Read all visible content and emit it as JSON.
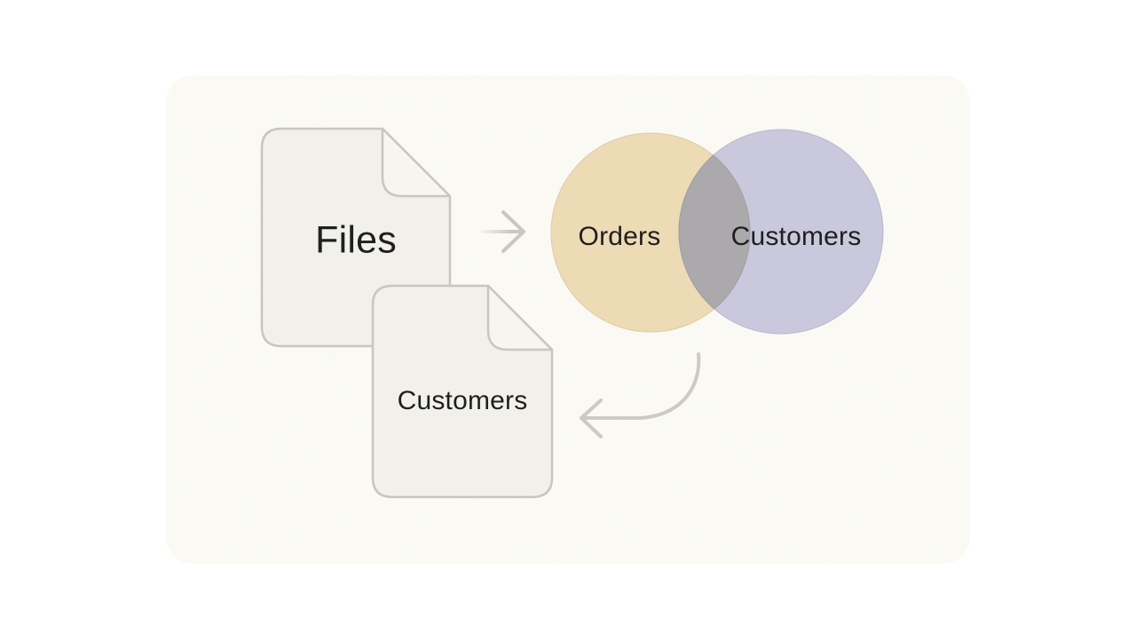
{
  "page": {
    "background": "#FFFFFF",
    "card_background": "#FCFBF6"
  },
  "diagram": {
    "files_document": {
      "label": "Files",
      "fill": "#F1F0EA",
      "flap_fill": "#F6F5F0",
      "border": "#C8C6BE"
    },
    "flow_arrow": {
      "icon": "arrow-right-icon",
      "color": "#C9C7BF"
    },
    "venn": {
      "left_circle": {
        "label": "Orders",
        "fill": "#EDDBB6",
        "edge": "#DECBA3"
      },
      "right_circle": {
        "label": "Customers",
        "fill": "#C9C8DC",
        "edge": "#B9B7CF"
      },
      "overlap": {
        "fill": "#ABA9AC"
      }
    },
    "return_arrow": {
      "icon": "curved-arrow-left-icon",
      "color": "#CCCAC3"
    },
    "output_document": {
      "label": "Customers",
      "fill": "#F1F0EA",
      "flap_fill": "#F6F5F0",
      "border": "#C8C6BE"
    },
    "text_color": "#1F1F1E"
  }
}
